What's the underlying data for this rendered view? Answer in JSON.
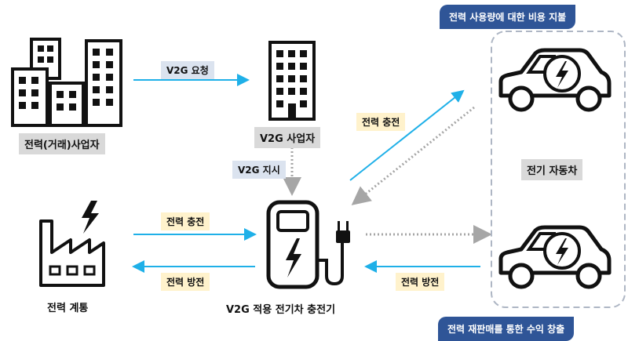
{
  "nodes": {
    "trading": "전력(거래)사업자",
    "v2g_operator": "V2G 사업자",
    "grid": "전력 계통",
    "charger": "V2G 적용 전기차 충전기",
    "ev": "전기 자동차"
  },
  "edges": {
    "v2g_request": "V2G 요청",
    "v2g_instruction": "V2G 지시",
    "charge_from_grid": "전력 충전",
    "discharge_to_grid": "전력 방전",
    "charge_ev": "전력 충전",
    "discharge_from_ev": "전력 방전"
  },
  "banners": {
    "top": "전력 사용량에 대한 비용 지불",
    "bottom": "전력 재판매를 통한 수익 창출"
  },
  "colors": {
    "arrow_blue": "#1fb0e8",
    "arrow_gray": "#a6a6a6",
    "banner_bg": "#2f5597",
    "label_yellow": "#fff2cc",
    "label_gray": "#d9d9d9",
    "ev_group_border": "#aeb6c4"
  }
}
